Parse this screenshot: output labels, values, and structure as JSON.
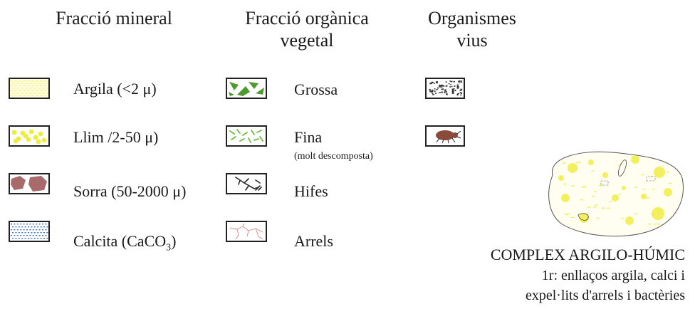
{
  "headers": {
    "mineral": "Fracció mineral",
    "organic_l1": "Fracció orgànica",
    "organic_l2": "vegetal",
    "alive_l1": "Organismes",
    "alive_l2": "vius"
  },
  "mineral_items": [
    {
      "label": "Argila (<2 μ)"
    },
    {
      "label": "Llim /2-50 μ)"
    },
    {
      "label": "Sorra (50-2000 μ)"
    },
    {
      "label_pre": "Calcita (CaCO",
      "label_sub": "3",
      "label_post": ")"
    }
  ],
  "organic_items": [
    {
      "label": "Grossa"
    },
    {
      "label": "Fina",
      "note": "(molt descomposta)"
    },
    {
      "label": "Hifes"
    },
    {
      "label": "Arrels"
    }
  ],
  "caption": {
    "title": "COMPLEX ARGILO-HÚMIC",
    "line1": "1r: enllaços argila, calci i",
    "line2": "expel·lits d'arrels i bactèries"
  },
  "colors": {
    "clay": "#f5f28a",
    "silt": "#f0ec3c",
    "sand": "#a86a6a",
    "calcite": "#3b6fc4",
    "coarse": "#4f9a2e",
    "fine": "#6dbb3f",
    "hyphae": "#2a2a2a",
    "roots": "#d98a86",
    "bug": "#8a4b3c",
    "border": "#222222"
  }
}
